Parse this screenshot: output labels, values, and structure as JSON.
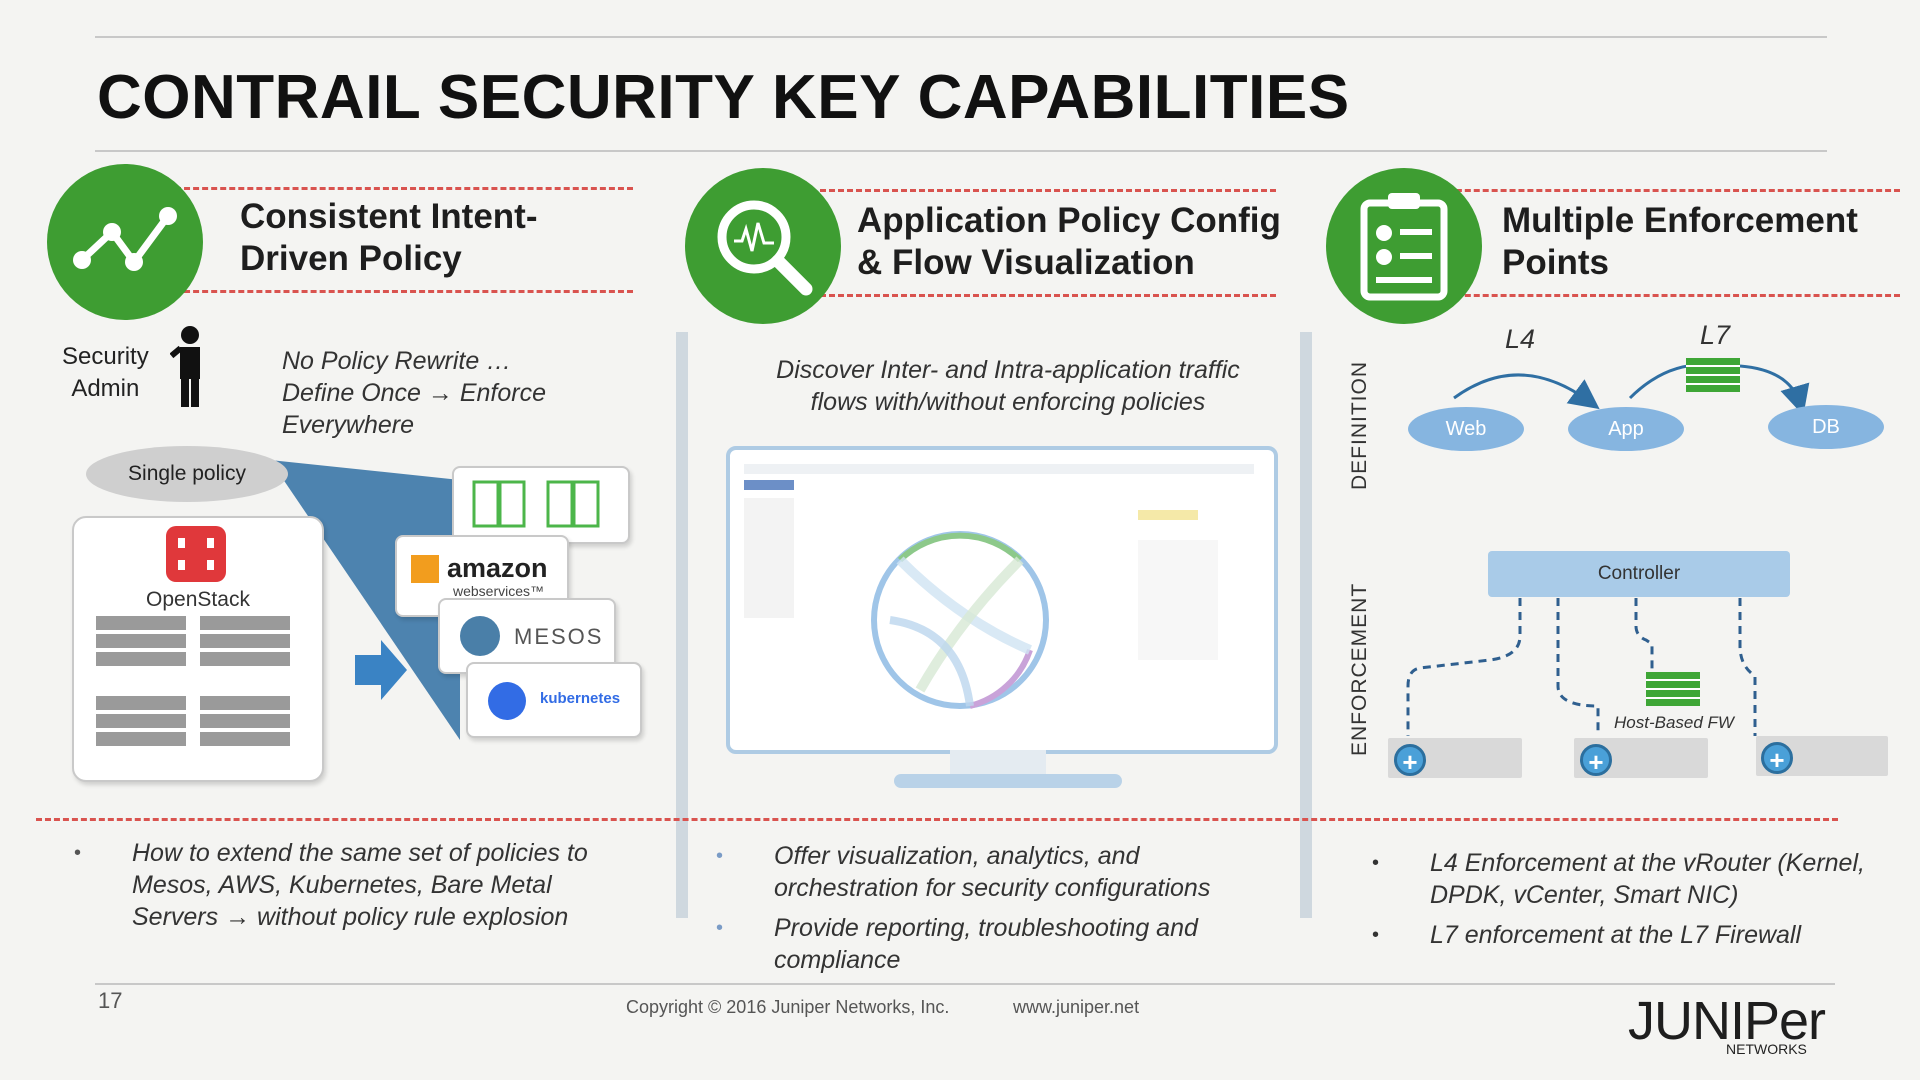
{
  "slide": {
    "title": "CONTRAIL SECURITY KEY CAPABILITIES",
    "page_number": "17",
    "copyright": "Copyright © 2016 Juniper Networks, Inc.",
    "website": "www.juniper.net",
    "logo": {
      "main": "JUNIPer",
      "sub": "NETWORKS"
    }
  },
  "col1": {
    "heading_line1": "Consistent Intent-",
    "heading_line2": "Driven Policy",
    "icon": "line-chart-icon",
    "admin_line1": "Security",
    "admin_line2": "Admin",
    "tagline_line1": "No Policy Rewrite …",
    "tagline_line2": "Define Once → Enforce",
    "tagline_line3": "Everywhere",
    "single_policy": "Single policy",
    "openstack": "OpenStack",
    "amazon_main": "amazon",
    "amazon_sub": "webservices™",
    "mesos": "MESOS",
    "kubernetes": "kubernetes",
    "bullets": [
      "How to extend the same set of policies to Mesos, AWS,  Kubernetes, Bare Metal Servers → without policy rule explosion"
    ]
  },
  "col2": {
    "heading_line1": "Application Policy Config",
    "heading_line2": "& Flow Visualization",
    "icon": "magnifier-icon",
    "caption_line1": "Discover Inter- and Intra-application traffic",
    "caption_line2": "flows with/without enforcing policies",
    "bullets": [
      "Offer visualization, analytics, and orchestration for security configurations",
      "Provide reporting, troubleshooting and compliance"
    ]
  },
  "col3": {
    "heading_line1": "Multiple Enforcement",
    "heading_line2": "Points",
    "icon": "clipboard-checklist-icon",
    "definition_label": "DEFINITION",
    "enforcement_label": "ENFORCEMENT",
    "l4": "L4",
    "l7": "L7",
    "nodes": [
      "Web",
      "App",
      "DB"
    ],
    "controller": "Controller",
    "host_fw": "Host-Based FW",
    "bullets": [
      "L4 Enforcement at the vRouter (Kernel, DPDK, vCenter, Smart NIC)",
      "L7 enforcement at the L7 Firewall"
    ]
  },
  "colors": {
    "green": "#3e9d32",
    "red_dash": "#d9534f",
    "blue_node": "#86b5e0",
    "controller": "#a9cbe8"
  }
}
